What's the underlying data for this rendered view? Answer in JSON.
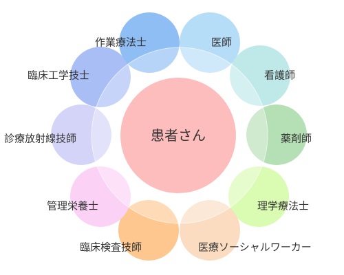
{
  "diagram": {
    "center": {
      "label": "患者さん",
      "color": "#fdbdbd"
    },
    "ring_color": "#ffffff",
    "roles": [
      {
        "label": "医師",
        "color": "#b5ddf8"
      },
      {
        "label": "看護師",
        "color": "#bfe9e9"
      },
      {
        "label": "薬剤師",
        "color": "#b5dfb5"
      },
      {
        "label": "理学療法士",
        "color": "#dafbb2"
      },
      {
        "label": "医療ソーシャルワーカー",
        "color": "#fbdcc0"
      },
      {
        "label": "臨床検査技師",
        "color": "#fdc78f"
      },
      {
        "label": "管理栄養士",
        "color": "#fbd2f6"
      },
      {
        "label": "診療放射線技師",
        "color": "#d3d4f8"
      },
      {
        "label": "臨床工学技士",
        "color": "#aabef6"
      },
      {
        "label": "作業療法士",
        "color": "#8fbef5"
      }
    ]
  }
}
